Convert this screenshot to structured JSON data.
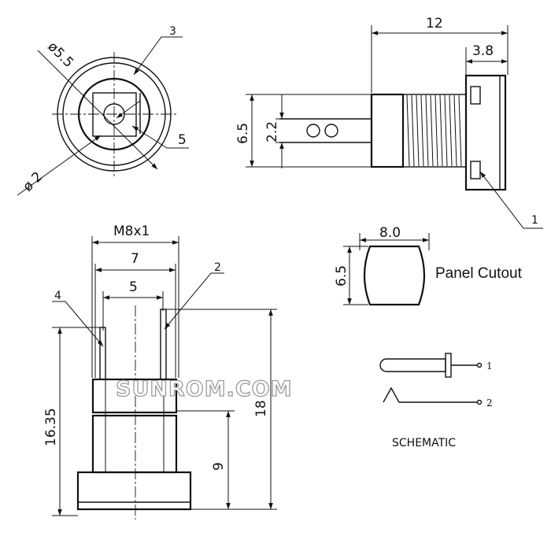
{
  "front_view": {
    "dia_outer": "ø5.5",
    "dia_inner": "ø 2",
    "callout_3": "3",
    "callout_5": "5"
  },
  "side_view": {
    "length": "12",
    "head": "3.8",
    "height": "6.5",
    "pin_spacing": "2.2",
    "callout_1": "1"
  },
  "bottom_view": {
    "thread": "M8x1",
    "width": "7",
    "pin_pitch": "5",
    "callout_4": "4",
    "callout_2": "2",
    "total_height": "16.35",
    "body_height": "18",
    "mount_height": "9"
  },
  "panel_cutout": {
    "width": "8.0",
    "height": "6.5",
    "title": "Panel Cutout"
  },
  "schematic": {
    "pin_1": "1",
    "pin_2": "2",
    "title": "SCHEMATIC"
  },
  "watermark": "SUNROM.COM"
}
